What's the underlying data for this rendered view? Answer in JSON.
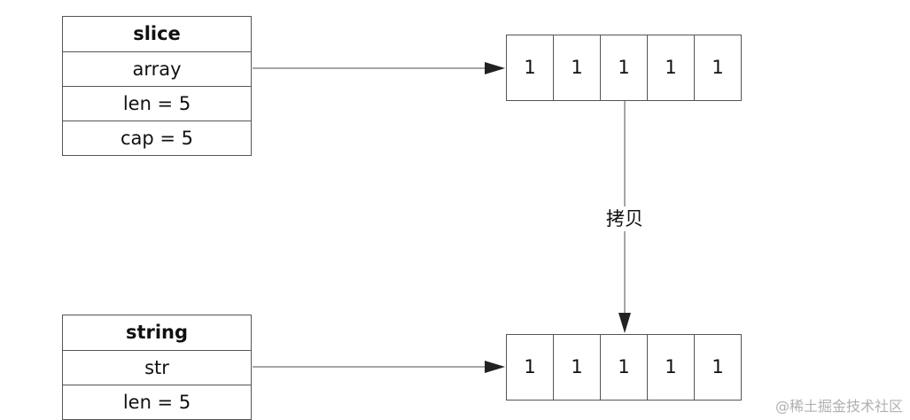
{
  "slice": {
    "title": "slice",
    "fields": [
      "array",
      "len = 5",
      "cap = 5"
    ]
  },
  "string": {
    "title": "string",
    "fields": [
      "str",
      "len = 5"
    ]
  },
  "arrays": {
    "top": [
      "1",
      "1",
      "1",
      "1",
      "1"
    ],
    "bottom": [
      "1",
      "1",
      "1",
      "1",
      "1"
    ]
  },
  "edge_label": "拷贝",
  "watermark": "@稀土掘金技术社区"
}
